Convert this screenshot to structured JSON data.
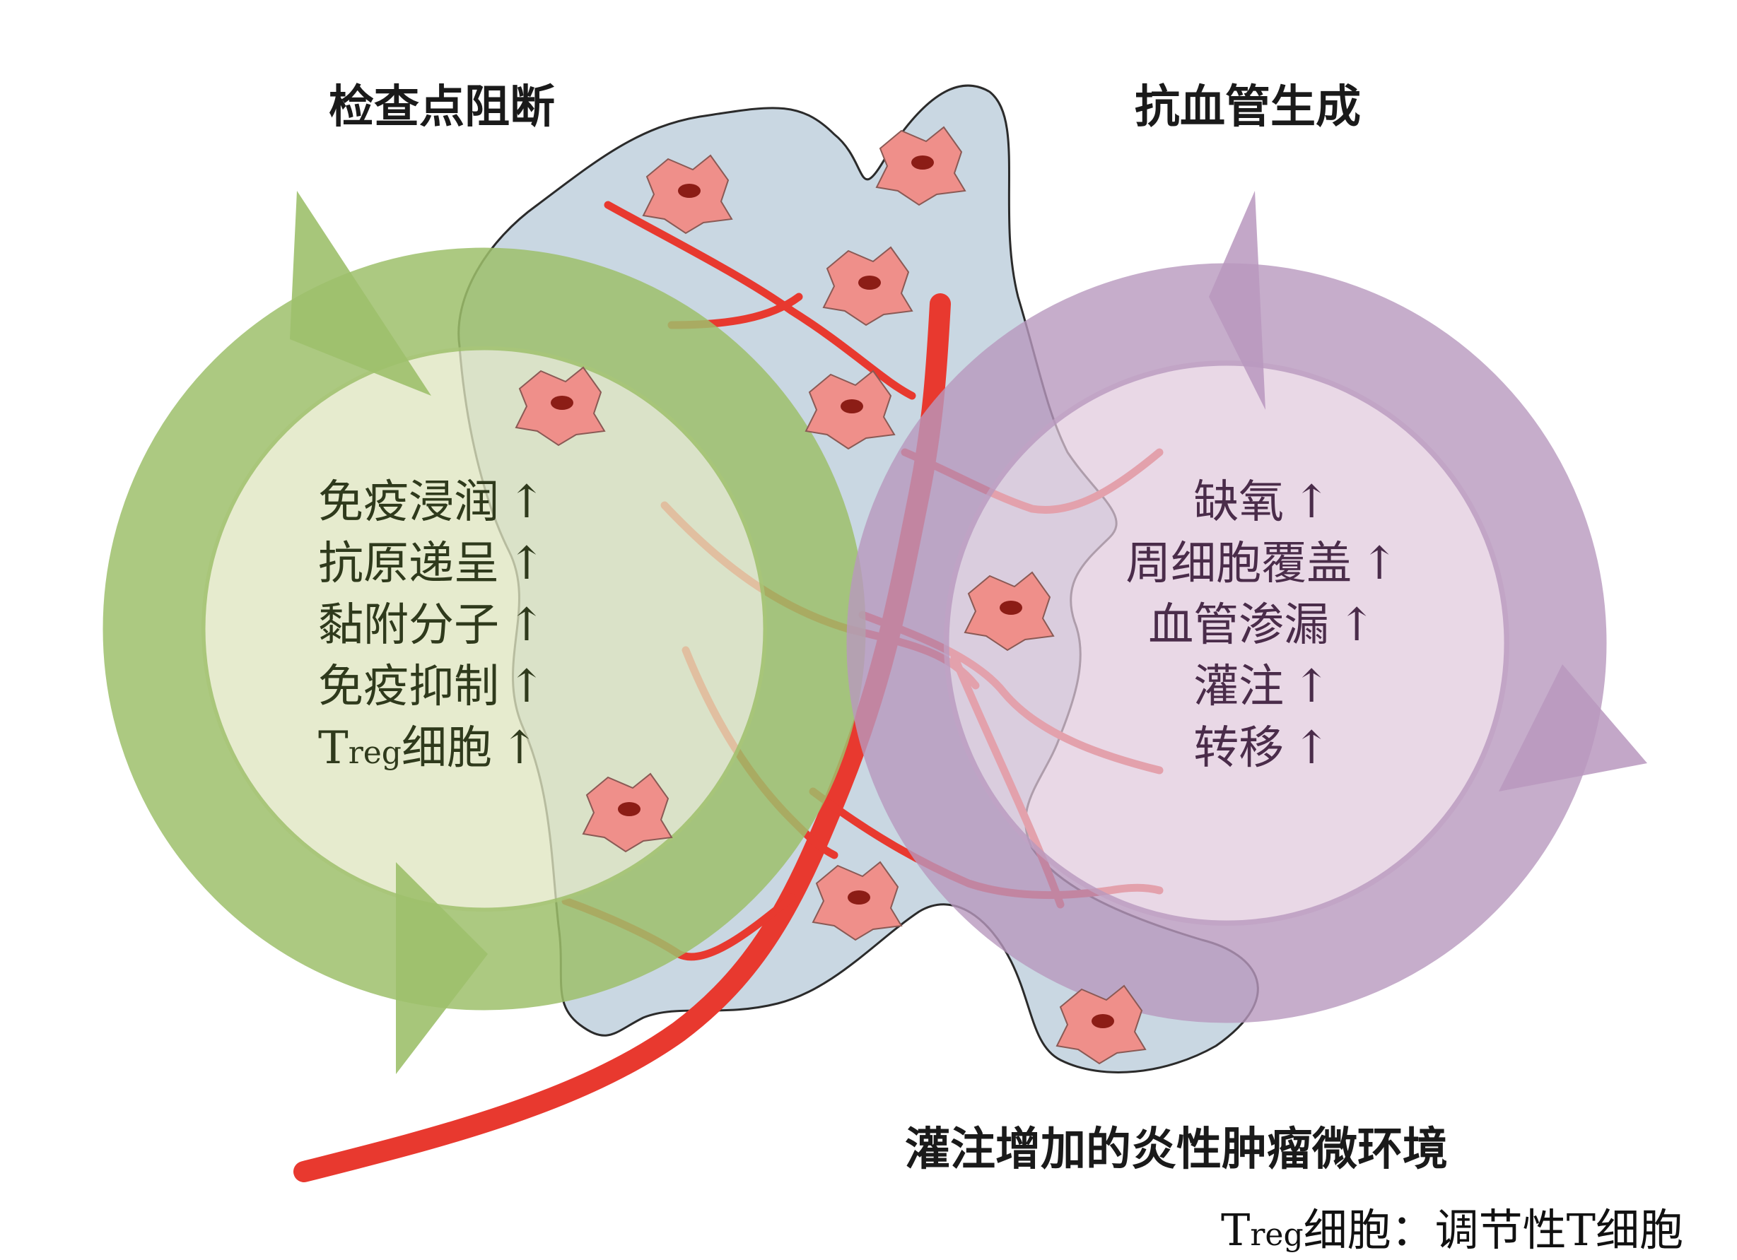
{
  "titles": {
    "left": "检查点阻断",
    "right": "抗血管生成",
    "bottom": "灌注增加的炎性肿瘤微环境"
  },
  "left_circle": {
    "items": [
      {
        "text": "免疫浸润"
      },
      {
        "text": "抗原递呈"
      },
      {
        "text": "黏附分子"
      },
      {
        "text": "免疫抑制"
      },
      {
        "text": "细胞",
        "prefix": "T",
        "prefix_sub": "reg"
      }
    ],
    "arrow": "↑"
  },
  "right_circle": {
    "items": [
      {
        "text": "缺氧"
      },
      {
        "text": "周细胞覆盖"
      },
      {
        "text": "血管渗漏"
      },
      {
        "text": "灌注"
      },
      {
        "text": "转移"
      }
    ],
    "arrow": "↑"
  },
  "footnote": {
    "prefix": "T",
    "prefix_sub": "reg",
    "text": "细胞：调节性T细胞"
  },
  "colors": {
    "green_ring": "#9dc06b",
    "green_fill": "#dfe6c0",
    "purple_ring": "#b898be",
    "purple_fill": "#e0c9dc",
    "tumor": "#c9d7e2",
    "vessel": "#e8392f",
    "cell": "#ef8f8a"
  }
}
